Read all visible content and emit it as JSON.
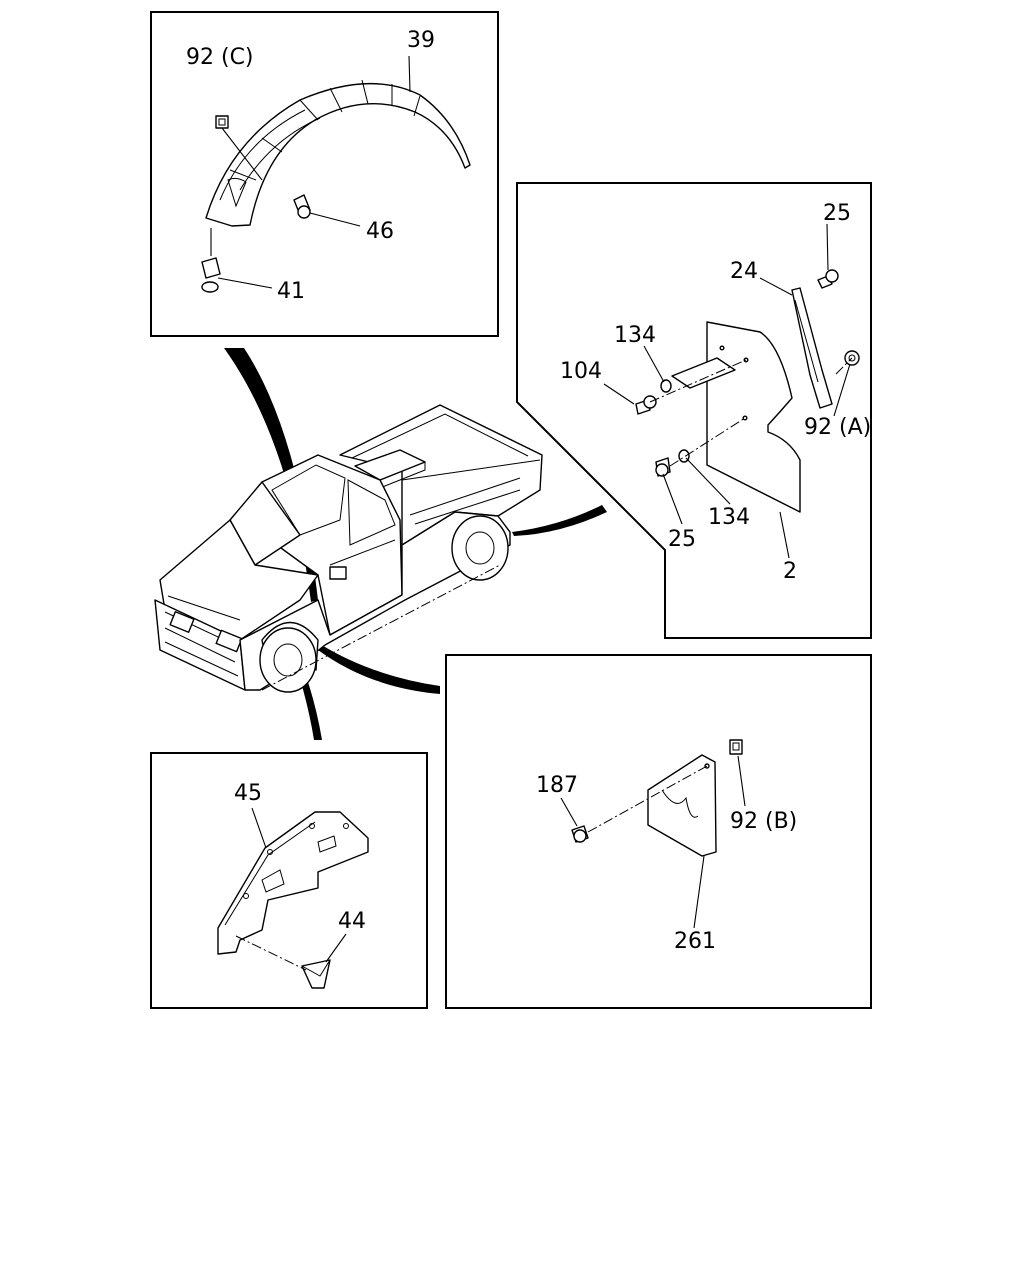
{
  "callouts": {
    "c39": "39",
    "c92c": "92 (C)",
    "c46": "46",
    "c41": "41",
    "c25_top": "25",
    "c24": "24",
    "c134_top": "134",
    "c104": "104",
    "c92a": "92 (A)",
    "c25_bottom": "25",
    "c134_bottom": "134",
    "c2": "2",
    "c45": "45",
    "c44": "44",
    "c187": "187",
    "c92b": "92 (B)",
    "c261": "261"
  }
}
